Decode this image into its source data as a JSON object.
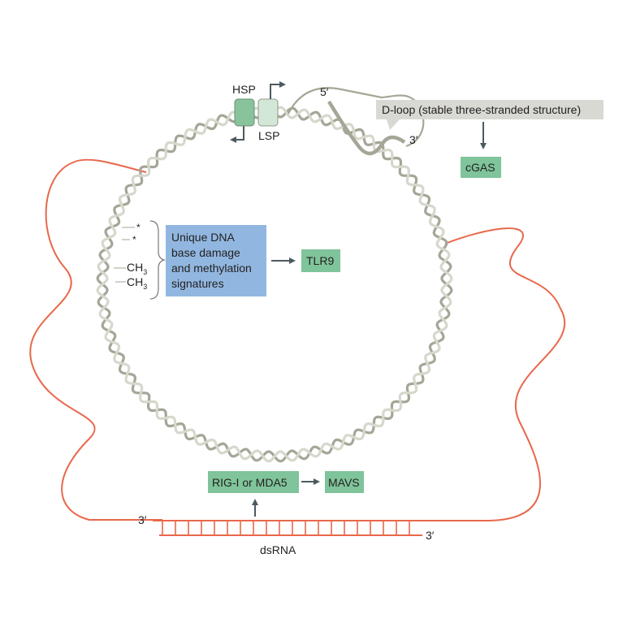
{
  "promoters": {
    "hsp": "HSP",
    "lsp": "LSP"
  },
  "dloop": {
    "label": "D-loop (stable three-stranded structure)",
    "five_prime": "5′",
    "three_prime": "3′",
    "sensor": "cGAS"
  },
  "damage": {
    "marks": [
      "*",
      "*"
    ],
    "methyl": [
      "CH",
      "CH"
    ],
    "methyl_subscript": "3",
    "box_lines": [
      "Unique DNA",
      "base damage",
      "and methylation",
      "signatures"
    ],
    "sensor": "TLR9"
  },
  "dsrna": {
    "label": "dsRNA",
    "left_end": "3′",
    "right_end": "3′",
    "sensor": "RIG-I or MDA5",
    "adaptor": "MAVS"
  },
  "colors": {
    "dna": "#a5a697",
    "dna_light": "#d7d7cc",
    "rna": "#e8684b",
    "sensor_box": "#7fc49a",
    "damage_box": "#91b7e0",
    "dloop_box": "#d9d9d4",
    "hsp_box": "#88c39b",
    "lsp_box": "#d3e7d6",
    "arrow": "#4d5a60"
  }
}
